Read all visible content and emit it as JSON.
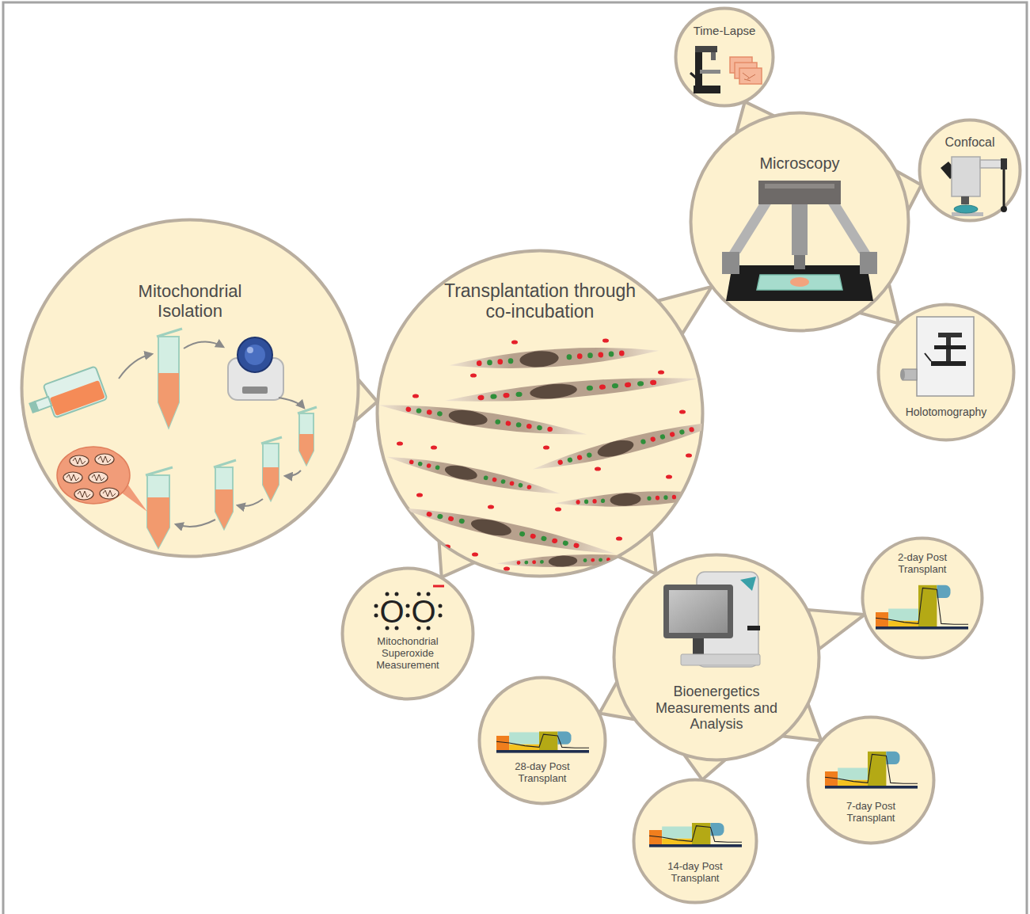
{
  "diagram": {
    "nodes": [
      {
        "text": [
          "Mitochondrial Isolation"
        ]
      },
      {
        "text": [
          "Transplantation through co-incubation"
        ]
      },
      {
        "text": [
          "Microscopy"
        ]
      },
      {
        "text": [
          "Time-Lapse"
        ]
      },
      {
        "text": [
          "Confocal"
        ]
      },
      {
        "text": [
          "Holotomography"
        ]
      },
      {
        "text": [
          "Mitochondrial Superoxide Measurement"
        ]
      },
      {
        "text": [
          "Bioenergetics Measurements and Analysis"
        ]
      },
      {
        "text": [
          "2-day Post Transplant"
        ]
      },
      {
        "text": [
          "7-day Post Transplant"
        ]
      },
      {
        "text": [
          "14-day Post Transplant"
        ]
      },
      {
        "text": [
          "28-day Post Transplant"
        ]
      }
    ],
    "edges": [
      {
        "from": 0,
        "to": 1,
        "arrow": "to"
      },
      {
        "from": 1,
        "to": 2,
        "arrow": "to"
      },
      {
        "from": 2,
        "to": 3,
        "arrow": "to"
      },
      {
        "from": 2,
        "to": 4,
        "arrow": "to"
      },
      {
        "from": 2,
        "to": 5,
        "arrow": "to"
      },
      {
        "from": 1,
        "to": 6,
        "arrow": "to"
      },
      {
        "from": 1,
        "to": 7,
        "arrow": "to"
      },
      {
        "from": 7,
        "to": 8,
        "arrow": "to"
      },
      {
        "from": 7,
        "to": 9,
        "arrow": "to"
      },
      {
        "from": 7,
        "to": 10,
        "arrow": "to"
      },
      {
        "from": 7,
        "to": 11,
        "arrow": "to"
      }
    ],
    "labels": [
      "O",
      "O"
    ]
  }
}
